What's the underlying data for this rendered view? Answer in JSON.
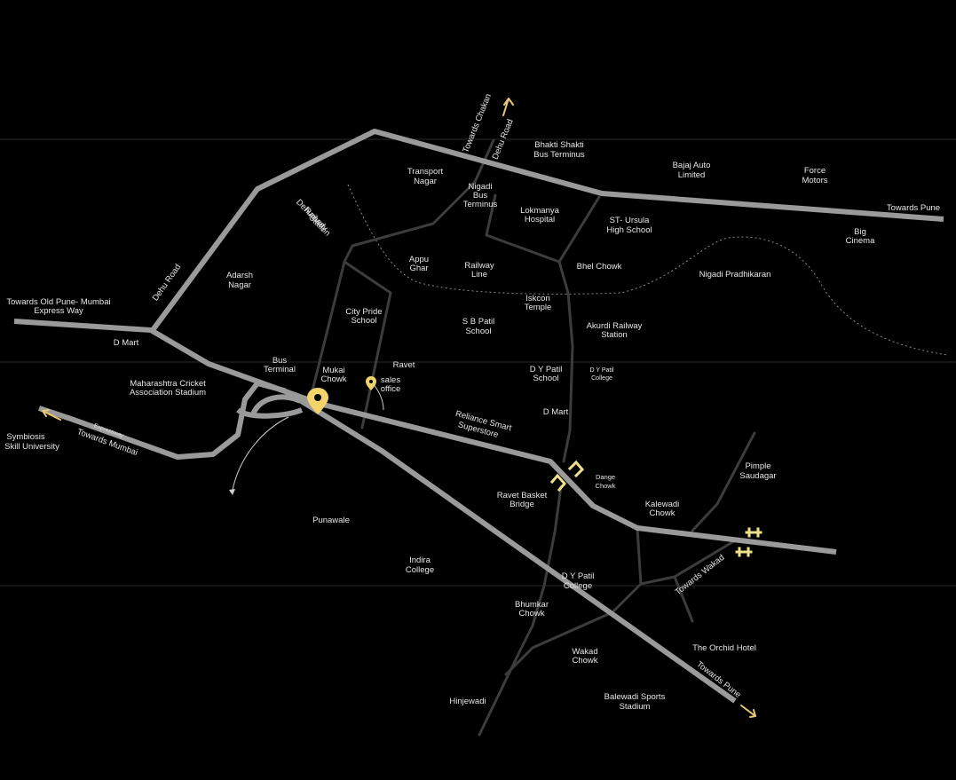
{
  "colors": {
    "background": "#000000",
    "major_road": "#9a9a9a",
    "minor_road": "#3c3c3c",
    "accent": "#f2d46b",
    "label": "#e6e6e6"
  },
  "labels": {
    "towards_chakan": "Towards Chakan",
    "dehu_road_top": "Dehu Road",
    "bhakti_shakti_1": "Bhakti Shakti",
    "bhakti_shakti_2": "Bus Terminus",
    "bajaj_1": "Bajaj Auto",
    "bajaj_2": "Limited",
    "force_1": "Force",
    "force_2": "Motors",
    "towards_pune_top": "Towards Pune",
    "big_cinema_1": "Big",
    "big_cinema_2": "Cinema",
    "transport_1": "Transport",
    "transport_2": "Nagar",
    "nigadi_bus_1": "Nigadi",
    "nigadi_bus_2": "Bus",
    "nigadi_bus_3": "Terminus",
    "lokmanya_1": "Lokmanya",
    "lokmanya_2": "Hospital",
    "st_ursula_1": "ST- Ursula",
    "st_ursula_2": "High School",
    "dehu_station_1": "Dehuroad",
    "dehu_station_2": "Railway",
    "dehu_station_3": "Station",
    "adarsh_1": "Adarsh",
    "adarsh_2": "Nagar",
    "appu_1": "Appu",
    "appu_2": "Ghar",
    "railway_line_1": "Railway",
    "railway_line_2": "Line",
    "bhel_chowk": "Bhel Chowk",
    "nigadi_pradhikaran": "Nigadi Pradhikaran",
    "dehu_road_left": "Dehu Road",
    "old_pune_1": "Towards Old Pune- Mumbai",
    "old_pune_2": "Express Way",
    "city_pride_1": "City Pride",
    "city_pride_2": "School",
    "iskcon_1": "Iskcon",
    "iskcon_2": "Temple",
    "sb_patil_1": "S B Patil",
    "sb_patil_2": "School",
    "akurdi_1": "Akurdi Railway",
    "akurdi_2": "Station",
    "dmart_left": "D Mart",
    "bus_terminal_1": "Bus",
    "bus_terminal_2": "Terminal",
    "mukai_1": "Mukai",
    "mukai_2": "Chowk",
    "ravet": "Ravet",
    "sales_1": "sales",
    "sales_2": "office",
    "dy_patil_school_1": "D Y Patil",
    "dy_patil_school_2": "School",
    "dy_patil_college_small_1": "D Y Patil",
    "dy_patil_college_small_2": "College",
    "mca_1": "Maharashtra Cricket",
    "mca_2": "Association Stadium",
    "symbiosis_1": "Symbiosis",
    "symbiosis_2": "Skill University",
    "expressway_small": "Expressway",
    "towards_mumbai": "Towards Mumbai",
    "reliance_1": "Reliance Smart",
    "reliance_2": "Superstore",
    "dmart_right": "D Mart",
    "dange_1": "Dange",
    "dange_2": "Chowk",
    "pimple_1": "Pimple",
    "pimple_2": "Saudagar",
    "ravet_bridge_1": "Ravet Basket",
    "ravet_bridge_2": "Bridge",
    "kalewadi_1": "Kalewadi",
    "kalewadi_2": "Chowk",
    "punawale": "Punawale",
    "towards_wakad": "Towards Wakad",
    "indira_1": "Indira",
    "indira_2": "College",
    "dy_patil_college_1": "D Y Patil",
    "dy_patil_college_2": "College",
    "bhumkar_1": "Bhumkar",
    "bhumkar_2": "Chowk",
    "orchid": "The Orchid Hotel",
    "wakad_1": "Wakad",
    "wakad_2": "Chowk",
    "towards_pune_bottom": "Towards Pune",
    "hinjewadi": "Hinjewadi",
    "balewadi_1": "Balewadi Sports",
    "balewadi_2": "Stadium"
  }
}
